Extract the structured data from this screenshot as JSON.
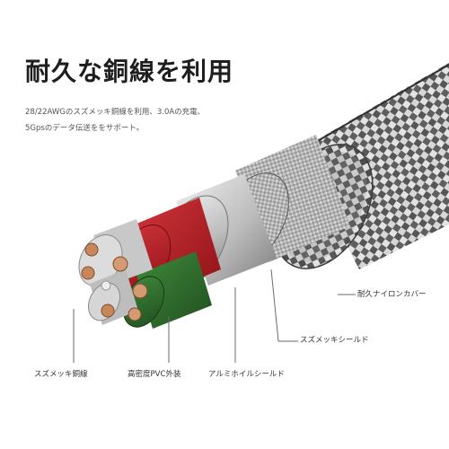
{
  "title": "耐久な銅線を利用",
  "description": {
    "line1": "28/22AWGのスズメッキ銅線を利用、3.0Aの充電、",
    "line2": "5Gpsのデータ伝送ををサポート。"
  },
  "labels": {
    "nylon_cover": "耐久ナイロンカバー",
    "tin_shield": "スズメッキシールド",
    "aluminum_shield": "アルミホイルシールド",
    "pvc_jacket": "高密度PVC外装",
    "tin_copper_wire": "スズメッキ銅線"
  },
  "colors": {
    "red_wire": "#b01c22",
    "green_wire": "#2e6b2c",
    "copper": "#c9865a",
    "braid": "#8d8d8d",
    "label_line": "#6a6a6a"
  }
}
